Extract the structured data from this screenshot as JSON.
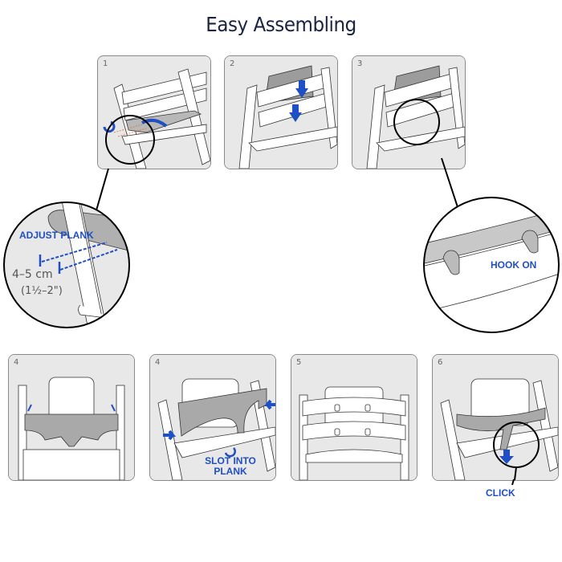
{
  "title": "Easy Assembling",
  "steps": [
    {
      "number": "1"
    },
    {
      "number": "2"
    },
    {
      "number": "3"
    },
    {
      "number": "4"
    },
    {
      "number": "4"
    },
    {
      "number": "5"
    },
    {
      "number": "6"
    }
  ],
  "callouts": {
    "adjust_plank": "ADJUST PLANK",
    "measurement_metric": "4–5 cm",
    "measurement_imperial": "(1½–2\")",
    "hook_on": "HOOK ON",
    "slot_into_line1": "SLOT INTO",
    "slot_into_line2": "PLANK",
    "click": "CLICK"
  },
  "colors": {
    "accent_blue": "#1f4fc4",
    "panel_bg": "#e8e8e8",
    "part_gray": "#a9a9a9",
    "title_navy": "#1a2340"
  }
}
